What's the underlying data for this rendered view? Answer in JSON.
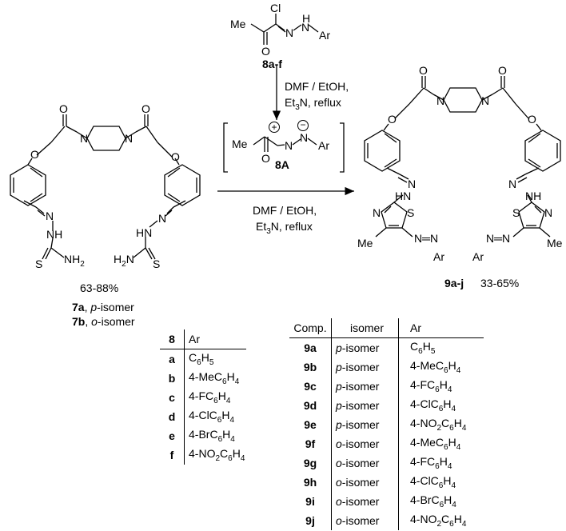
{
  "reagent": {
    "me": "Me",
    "cl": "Cl",
    "o": "O",
    "n1": "N",
    "h": "H",
    "n2": "N",
    "ar": "Ar",
    "label": "8a-f"
  },
  "conditions_top": {
    "line1": "DMF / EtOH,",
    "line2": "Et3N, reflux"
  },
  "intermediate": {
    "me": "Me",
    "o": "O",
    "n1": "N",
    "n2": "N",
    "ar": "Ar",
    "plus": "+",
    "minus": "−",
    "label": "8A"
  },
  "conditions_main": {
    "line1": "DMF / EtOH,",
    "line2": "Et3N, reflux"
  },
  "start": {
    "o_top1": "O",
    "o_top2": "O",
    "n1": "N",
    "n2": "N",
    "o_eth1": "O",
    "o_eth2": "O",
    "n_left": "N",
    "nh_left": "NH",
    "s_left": "S",
    "nh2_left": "NH2",
    "hn_right": "HN",
    "n_right": "N",
    "h2n_right": "H2N",
    "s_right": "S",
    "yield": "63-88%",
    "isomer_a": {
      "code": "7a",
      "sep": ", ",
      "prefix": "p",
      "rest": "-isomer"
    },
    "isomer_b": {
      "code": "7b",
      "sep": ", ",
      "prefix": "o",
      "rest": "-isomer"
    }
  },
  "product": {
    "o_top1": "O",
    "o_top2": "O",
    "n1": "N",
    "n2": "N",
    "o_eth1": "O",
    "o_eth2": "O",
    "n_hz_l": "N",
    "hn_l": "HN",
    "nh_r": "NH",
    "n_hz_r": "N",
    "n_thz_l": "N",
    "s_thz_l": "S",
    "me_l": "Me",
    "azo_l": "N═N",
    "ar_l": "Ar",
    "s_thz_r": "S",
    "n_thz_r": "N",
    "me_r": "Me",
    "azo_r": "N═N",
    "ar_r": "Ar",
    "label": "9a-j",
    "yield": "33-65%"
  },
  "table8": {
    "headers": [
      "8",
      "Ar"
    ],
    "rows": [
      {
        "id": "a",
        "ar": "C6H5"
      },
      {
        "id": "b",
        "ar": "4-MeC6H4"
      },
      {
        "id": "c",
        "ar": "4-FC6H4"
      },
      {
        "id": "d",
        "ar": "4-ClC6H4"
      },
      {
        "id": "e",
        "ar": "4-BrC6H4"
      },
      {
        "id": "f",
        "ar": "4-NO2C6H4"
      }
    ]
  },
  "table9": {
    "headers": [
      "Comp.",
      "isomer",
      "Ar"
    ],
    "rows": [
      {
        "comp": "9a",
        "iso": "p",
        "ar": "C6H5"
      },
      {
        "comp": "9b",
        "iso": "p",
        "ar": "4-MeC6H4"
      },
      {
        "comp": "9c",
        "iso": "p",
        "ar": "4-FC6H4"
      },
      {
        "comp": "9d",
        "iso": "p",
        "ar": "4-ClC6H4"
      },
      {
        "comp": "9e",
        "iso": "p",
        "ar": "4-NO2C6H4"
      },
      {
        "comp": "9f",
        "iso": "o",
        "ar": "4-MeC6H4"
      },
      {
        "comp": "9g",
        "iso": "o",
        "ar": "4-FC6H4"
      },
      {
        "comp": "9h",
        "iso": "o",
        "ar": "4-ClC6H4"
      },
      {
        "comp": "9i",
        "iso": "o",
        "ar": "4-BrC6H4"
      },
      {
        "comp": "9j",
        "iso": "o",
        "ar": "4-NO2C6H4"
      }
    ],
    "iso_suffix": "-isomer"
  }
}
